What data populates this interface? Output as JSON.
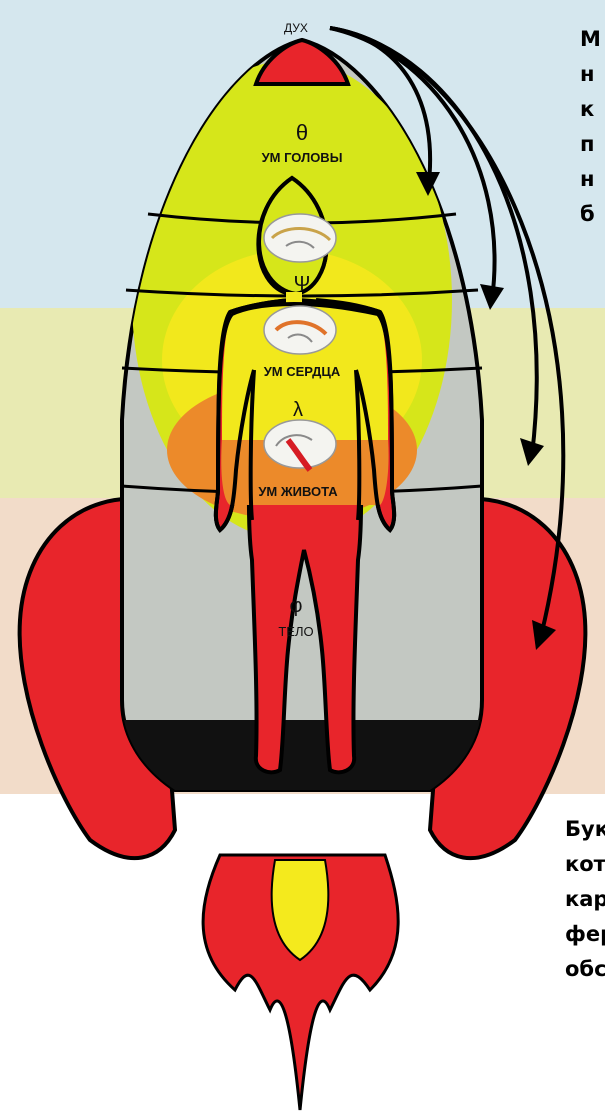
{
  "labels": {
    "spirit": "ДУХ",
    "head_symbol": "θ",
    "head": "УМ ГОЛОВЫ",
    "heart_symbol": "Ψ",
    "heart": "УМ СЕРДЦА",
    "belly_symbol": "λ",
    "belly": "УМ ЖИВОТА",
    "body_symbol": "φ",
    "body": "ТЕЛО"
  },
  "side_text_top": [
    "М",
    "н",
    "к",
    "п",
    "н",
    "б"
  ],
  "side_text_mid": [
    "",
    "",
    "",
    "",
    ""
  ],
  "side_text_bottom": [
    "Бук",
    "кот",
    "кар",
    "фер",
    "обс"
  ],
  "colors": {
    "band_blue": "#d5e7ee",
    "band_green": "#e8eab2",
    "band_peach": "#f2dcc9",
    "rocket_gray": "#c3c8c2",
    "head_glow": "#d6e61a",
    "heart_glow": "#f2e81c",
    "belly_glow": "#ec8a2a",
    "red": "#e8252b",
    "flame_yellow": "#f4ea1d"
  }
}
